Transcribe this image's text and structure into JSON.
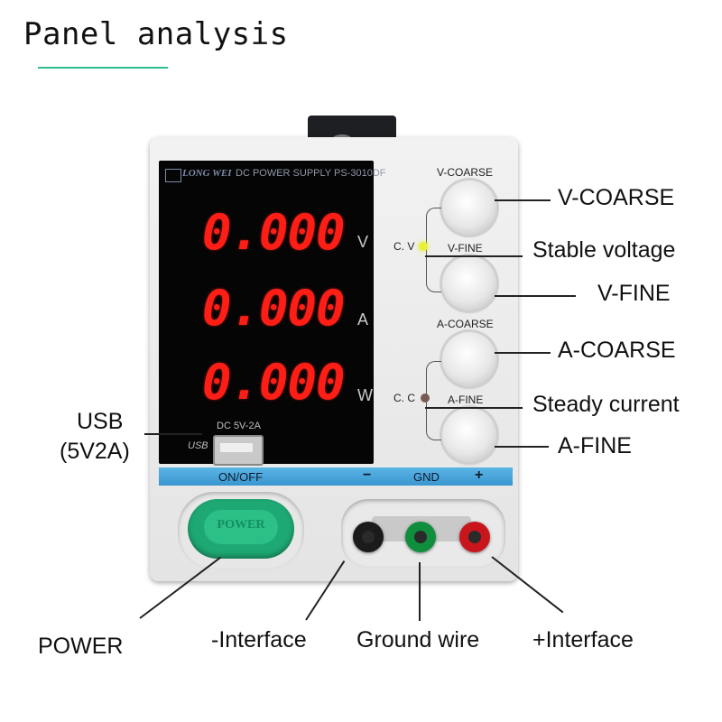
{
  "header": {
    "title": "Panel analysis"
  },
  "device": {
    "brand": "LONG WEI",
    "model": "DC POWER SUPPLY PS-3010DF",
    "readouts": [
      {
        "value": "0.000",
        "unit": "V"
      },
      {
        "value": "0.000",
        "unit": "A"
      },
      {
        "value": "0.000",
        "unit": "W"
      }
    ],
    "usb_rating": "DC 5V-2A",
    "usb_port_label": "USB",
    "knob_labels": {
      "v_coarse": "V-COARSE",
      "v_fine": "V-FINE",
      "a_coarse": "A-COARSE",
      "a_fine": "A-FINE"
    },
    "indicators": {
      "cv": "C. V",
      "cc": "C. C",
      "cv_color": "#e8f03a",
      "cc_color": "#7a5a55"
    },
    "strip": {
      "on_off": "ON/OFF",
      "minus": "−",
      "gnd": "GND",
      "plus": "+"
    },
    "power_button_text": "POWER",
    "terminal_colors": {
      "negative": "#1b1b1b",
      "ground": "#0f8f3e",
      "positive": "#c8161c"
    }
  },
  "callouts": {
    "v_coarse": "V-COARSE",
    "stable_voltage": "Stable voltage",
    "v_fine": "V-FINE",
    "a_coarse": "A-COARSE",
    "steady_current": "Steady current",
    "a_fine": "A-FINE",
    "usb_line1": "USB",
    "usb_line2": "(5V2A)",
    "power": "POWER",
    "neg_interface": "-Interface",
    "ground_wire": "Ground wire",
    "pos_interface": "+Interface"
  }
}
